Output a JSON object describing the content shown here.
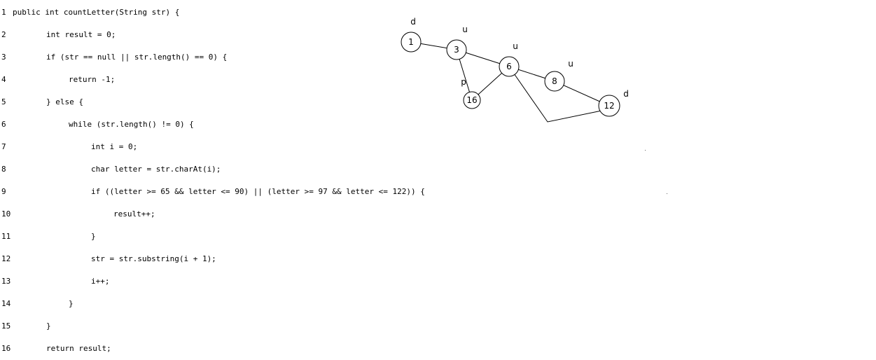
{
  "code": {
    "lines": [
      {
        "n": "1",
        "indent": 0,
        "text": "public int countLetter(String str) {"
      },
      {
        "n": "2",
        "indent": 1,
        "text": "int result = 0;"
      },
      {
        "n": "3",
        "indent": 1,
        "text": "if (str == null || str.length() == 0) {"
      },
      {
        "n": "4",
        "indent": 2,
        "text": "return -1;"
      },
      {
        "n": "5",
        "indent": 1,
        "text": "} else {"
      },
      {
        "n": "6",
        "indent": 2,
        "text": "while (str.length() != 0) {"
      },
      {
        "n": "7",
        "indent": 3,
        "text": "int i = 0;"
      },
      {
        "n": "8",
        "indent": 3,
        "text": "char letter = str.charAt(i);"
      },
      {
        "n": "9",
        "indent": 3,
        "text": "if ((letter >= 65 && letter <= 90) || (letter >= 97 && letter <= 122)) {"
      },
      {
        "n": "10",
        "indent": 4,
        "text": "result++;"
      },
      {
        "n": "11",
        "indent": 3,
        "text": "}"
      },
      {
        "n": "12",
        "indent": 3,
        "text": "str = str.substring(i + 1);"
      },
      {
        "n": "13",
        "indent": 3,
        "text": "i++;"
      },
      {
        "n": "14",
        "indent": 2,
        "text": "}"
      },
      {
        "n": "15",
        "indent": 1,
        "text": "}"
      },
      {
        "n": "16",
        "indent": 1,
        "text": "return result;"
      }
    ]
  },
  "graph": {
    "nodes": [
      {
        "id": "1",
        "label": "1"
      },
      {
        "id": "3",
        "label": "3"
      },
      {
        "id": "6",
        "label": "6"
      },
      {
        "id": "8",
        "label": "8"
      },
      {
        "id": "12",
        "label": "12"
      },
      {
        "id": "16",
        "label": "16"
      }
    ],
    "edges": [
      [
        "1",
        "3"
      ],
      [
        "3",
        "6"
      ],
      [
        "3",
        "16"
      ],
      [
        "6",
        "16"
      ],
      [
        "6",
        "8"
      ],
      [
        "8",
        "12"
      ],
      [
        "6",
        "12"
      ]
    ],
    "annotations": [
      {
        "node": "1",
        "label": "d"
      },
      {
        "node": "3",
        "label": "u"
      },
      {
        "node": "6",
        "label": "u"
      },
      {
        "node": "8",
        "label": "u"
      },
      {
        "node": "12",
        "label": "d"
      },
      {
        "node": "16",
        "label": "p"
      }
    ]
  }
}
